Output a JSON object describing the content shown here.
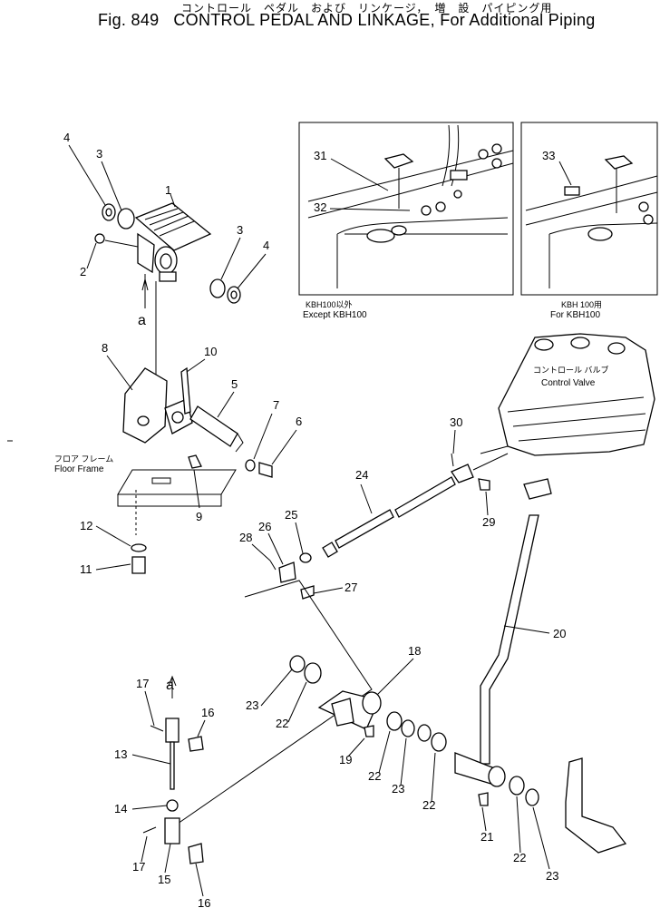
{
  "header": {
    "japanese_title": "コントロール　ペダル　および　リンケージ，　増　設　パイピング用",
    "figure_label": "Fig. 849",
    "title": "CONTROL PEDAL AND LINKAGE, For Additional Piping"
  },
  "insets": {
    "left_caption_jp": "KBH100以外",
    "left_caption": "Except KBH100",
    "right_caption_jp": "KBH 100用",
    "right_caption": "For KBH100"
  },
  "annotations": {
    "floor_frame_jp": "フロア フレーム",
    "floor_frame": "Floor Frame",
    "control_valve_jp": "コントロール バルブ",
    "control_valve": "Control Valve",
    "ref_a_top": "a",
    "ref_a_bottom": "a"
  },
  "callouts": [
    "1",
    "2",
    "3",
    "3",
    "4",
    "4",
    "5",
    "6",
    "7",
    "8",
    "9",
    "10",
    "11",
    "12",
    "13",
    "14",
    "15",
    "16",
    "16",
    "17",
    "17",
    "18",
    "19",
    "20",
    "21",
    "22",
    "22",
    "22",
    "22",
    "23",
    "23",
    "23",
    "24",
    "25",
    "26",
    "27",
    "28",
    "29",
    "30",
    "31",
    "32",
    "33"
  ]
}
